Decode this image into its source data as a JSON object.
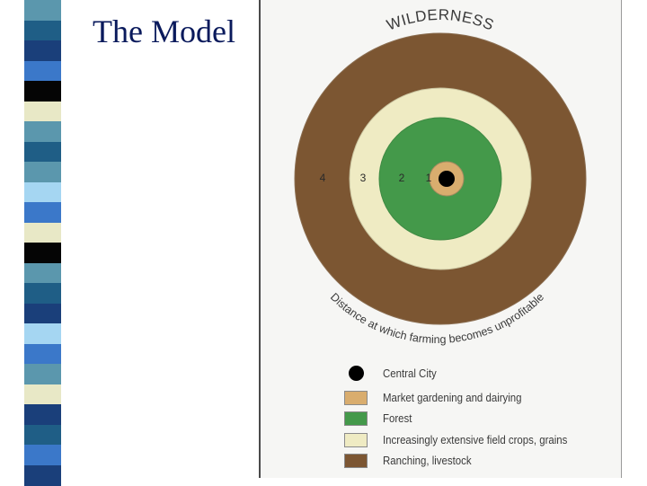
{
  "slide": {
    "title": "The Model"
  },
  "decor": {
    "stripe_colors": [
      "#5b97ad",
      "#1f5e86",
      "#1a3f7a",
      "#3b78c9",
      "#050505",
      "#e8e8c6",
      "#5b97ad",
      "#1f5e86",
      "#5b97ad",
      "#a5d6f2",
      "#3b78c9",
      "#e8e8c6",
      "#050505",
      "#5b97ad",
      "#1f5e86",
      "#1a3f7a",
      "#a5d6f2",
      "#3b78c9",
      "#5b97ad",
      "#e8e8c6",
      "#1a3f7a",
      "#1f5e86",
      "#3b78c9",
      "#1a3f7a"
    ]
  },
  "diagram": {
    "top_label": "WILDERNESS",
    "curved_caption": "Distance at which farming becomes unprofitable",
    "zones": [
      {
        "number": "4",
        "color": "#7c5632"
      },
      {
        "number": "3",
        "color": "#efebc3"
      },
      {
        "number": "2",
        "color": "#44994a"
      },
      {
        "number": "1",
        "color": "#d9ad6e"
      }
    ],
    "city_color": "#000000",
    "legend": [
      {
        "label": "Central City",
        "color": "#000000",
        "marker": "dot"
      },
      {
        "label": "Market gardening and dairying",
        "color": "#d9ad6e",
        "marker": "swatch"
      },
      {
        "label": "Forest",
        "color": "#44994a",
        "marker": "swatch"
      },
      {
        "label": "Increasingly extensive field crops, grains",
        "color": "#efebc3",
        "marker": "swatch"
      },
      {
        "label": "Ranching, livestock",
        "color": "#7c5632",
        "marker": "swatch"
      }
    ]
  }
}
